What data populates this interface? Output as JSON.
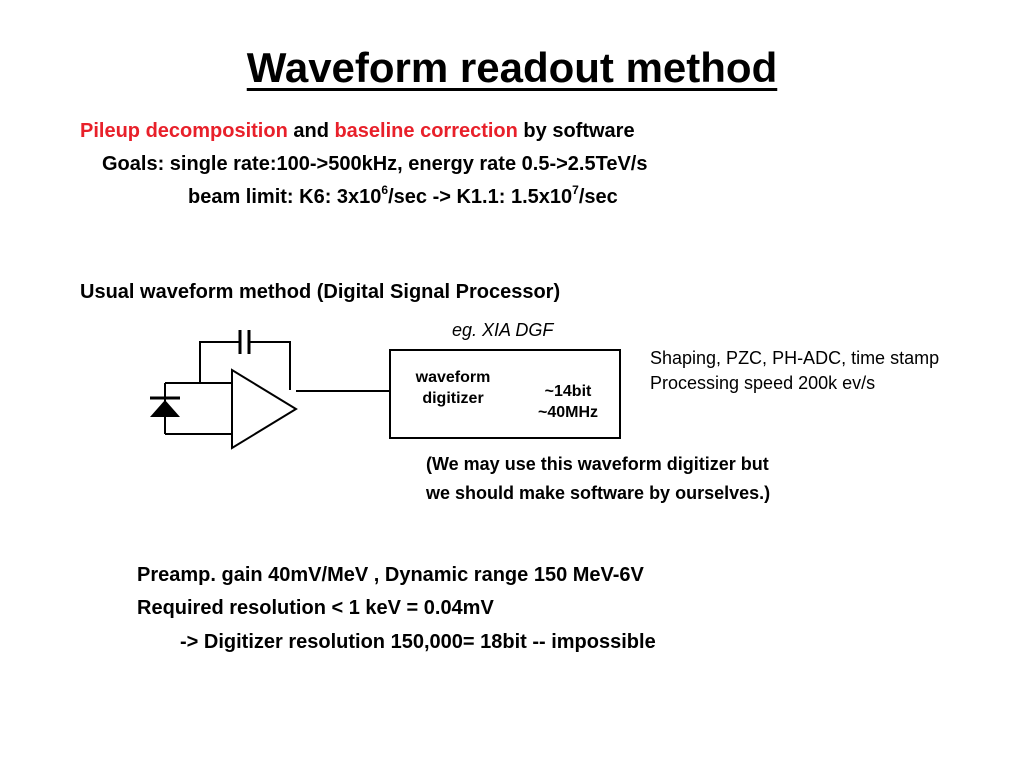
{
  "slide": {
    "title": "Waveform readout method",
    "intro": {
      "pileup": "Pileup decomposition",
      "and": " and ",
      "baseline": "baseline correction",
      "by_software": " by software",
      "goals": "Goals: single rate:100->500kHz, energy rate 0.5->2.5TeV/s",
      "beam_prefix": "beam limit: K6: 3x10",
      "beam_exp1": "6",
      "beam_mid": "/sec -> K1.1: 1.5x10",
      "beam_exp2": "7",
      "beam_suffix": "/sec"
    },
    "section_heading": "Usual waveform method (Digital Signal Processor)",
    "diagram": {
      "eg_label": "eg. XIA DGF",
      "box_left_line1": "waveform",
      "box_left_line2": "digitizer",
      "box_right_line1": "~14bit",
      "box_right_line2": "~40MHz",
      "feature_line1": "Shaping, PZC, PH-ADC, time stamp",
      "feature_line2": "Processing speed 200k ev/s",
      "note_line1": "(We may use this waveform digitizer but",
      "note_line2": "we should make software by ourselves.)"
    },
    "bottom": {
      "line1": "Preamp. gain 40mV/MeV ,  Dynamic range 150 MeV-6V",
      "line2": "Required resolution < 1 keV = 0.04mV",
      "line3": "-> Digitizer resolution 150,000= 18bit   -- impossible"
    }
  }
}
